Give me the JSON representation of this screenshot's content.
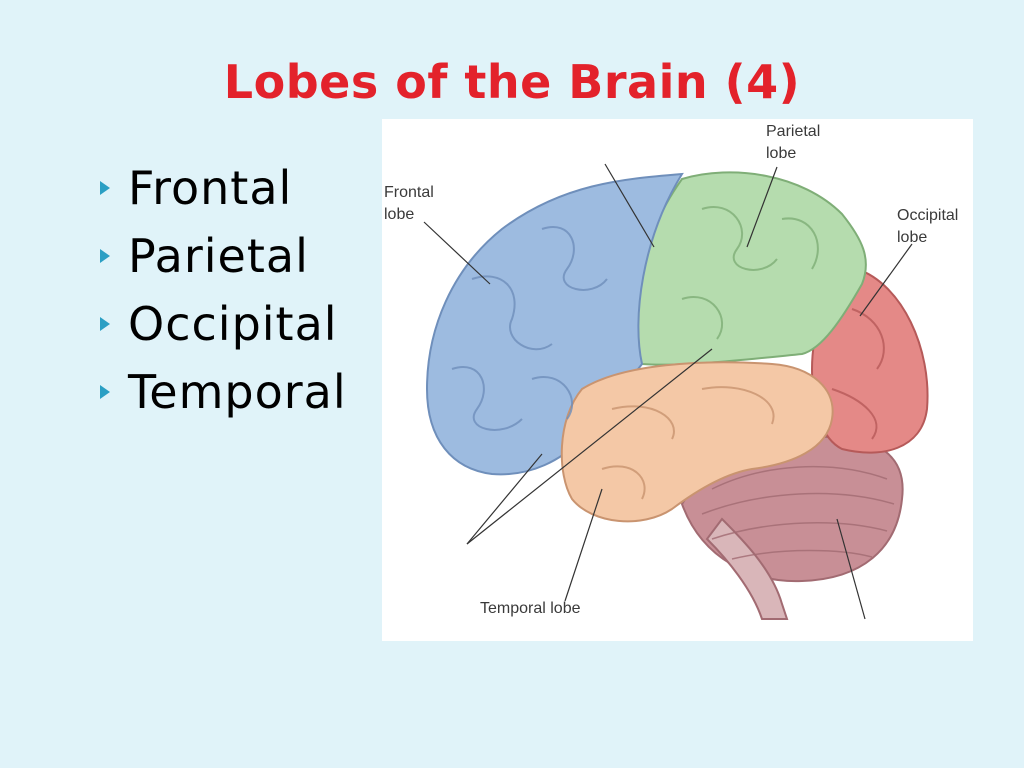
{
  "slide": {
    "title": "Lobes of the Brain (4)",
    "bullets": [
      "Frontal",
      "Parietal",
      "Occipital",
      "Temporal"
    ]
  },
  "figure": {
    "labels": {
      "frontal": [
        "Frontal",
        "lobe"
      ],
      "parietal": [
        "Parietal",
        "lobe"
      ],
      "occipital": [
        "Occipital",
        "lobe"
      ],
      "temporal": "Temporal lobe"
    }
  },
  "colors": {
    "background": "#e0f3f9",
    "title": "#e3222b",
    "bullet_marker": "#2b9fc4",
    "frontal": "#9dbbe0",
    "parietal": "#b5dcae",
    "occipital": "#e48987",
    "temporal": "#f4c8a6",
    "cerebellum": "#c88f96"
  }
}
